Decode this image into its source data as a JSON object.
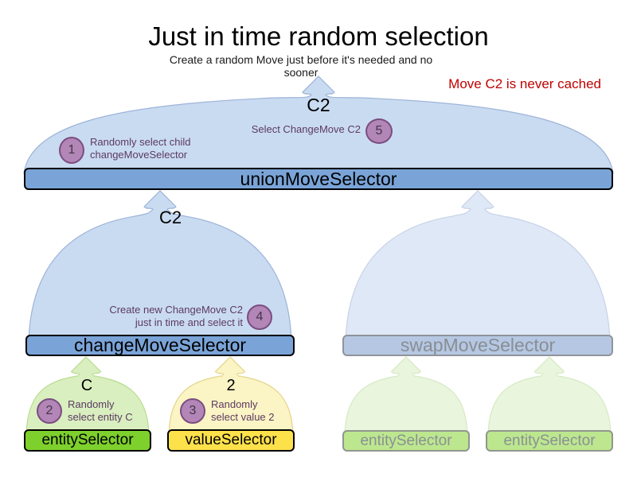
{
  "title": "Just in time random selection",
  "subtitle": "Create a random Move just before it's needed and no sooner",
  "annotation_note": "Move C2 is never cached",
  "colors": {
    "note_red": "#c00000",
    "annotation_purple": "#5c3a63",
    "badge_fill": "#b286b6",
    "badge_border": "#7b4d80",
    "dome_blue": "#c9dbf1",
    "bar_blue": "#7aa4d8",
    "dome_blue_faded": "#dfe8f6",
    "bar_blue_faded": "#b5c7e2",
    "dome_green": "#d9efbf",
    "bar_green": "#7ed02c",
    "dome_yellow": "#fbf4c4",
    "bar_yellow": "#fde14b",
    "dome_green_faded": "#e9f5dd",
    "bar_green_faded": "#bce78f"
  },
  "selectors": {
    "union": {
      "bar": "unionMoveSelector",
      "cached_label": "C2"
    },
    "change": {
      "bar": "changeMoveSelector",
      "cached_label": "C2"
    },
    "swap": {
      "bar": "swapMoveSelector"
    },
    "entity": {
      "bar": "entitySelector",
      "cached_label": "C"
    },
    "value": {
      "bar": "valueSelector",
      "cached_label": "2"
    },
    "entity_faded_1": {
      "bar": "entitySelector"
    },
    "entity_faded_2": {
      "bar": "entitySelector"
    }
  },
  "steps": {
    "s1": {
      "num": "1",
      "line1": "Randomly select child",
      "line2": "changeMoveSelector"
    },
    "s2": {
      "num": "2",
      "line1": "Randomly",
      "line2": "select entity C"
    },
    "s3": {
      "num": "3",
      "line1": "Randomly",
      "line2": "select value 2"
    },
    "s4": {
      "num": "4",
      "line1": "Create new ChangeMove C2",
      "line2": "just in time and select it"
    },
    "s5": {
      "num": "5",
      "line1": "Select ChangeMove C2"
    }
  }
}
